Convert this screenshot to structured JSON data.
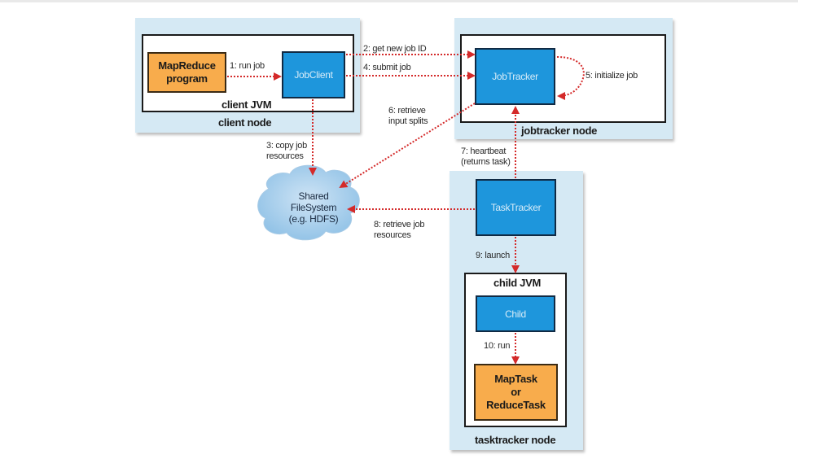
{
  "diagram": {
    "nodes": {
      "client_node": {
        "label": "client node",
        "jvm_label": "client JVM"
      },
      "jobtracker_node": {
        "label": "jobtracker node"
      },
      "tasktracker_node": {
        "label": "tasktracker node",
        "jvm_label": "child JVM"
      }
    },
    "components": {
      "mapreduce_program": "MapReduce\nprogram",
      "jobclient": "JobClient",
      "jobtracker": "JobTracker",
      "tasktracker": "TaskTracker",
      "child": "Child",
      "maptask": "MapTask\nor\nReduceTask",
      "shared_fs": "Shared\nFileSystem\n(e.g. HDFS)"
    },
    "edges": [
      {
        "id": "run-job",
        "label": "1: run job",
        "from": "MapReduce program",
        "to": "JobClient"
      },
      {
        "id": "get-new-job-id",
        "label": "2: get new job ID",
        "from": "JobClient",
        "to": "JobTracker"
      },
      {
        "id": "copy-job-resources",
        "label": "3: copy job\nresources",
        "from": "JobClient",
        "to": "Shared FileSystem"
      },
      {
        "id": "submit-job",
        "label": "4: submit job",
        "from": "JobClient",
        "to": "JobTracker"
      },
      {
        "id": "initialize-job",
        "label": "5: initialize job",
        "from": "JobTracker",
        "to": "JobTracker"
      },
      {
        "id": "retrieve-input-splits",
        "label": "6: retrieve\ninput splits",
        "from": "JobTracker",
        "to": "Shared FileSystem"
      },
      {
        "id": "heartbeat",
        "label": "7: heartbeat\n(returns task)",
        "from": "TaskTracker",
        "to": "JobTracker"
      },
      {
        "id": "retrieve-job-resources",
        "label": "8: retrieve job\nresources",
        "from": "TaskTracker",
        "to": "Shared FileSystem"
      },
      {
        "id": "launch",
        "label": "9: launch",
        "from": "TaskTracker",
        "to": "Child"
      },
      {
        "id": "run",
        "label": "10: run",
        "from": "Child",
        "to": "MapTask or ReduceTask"
      }
    ],
    "colors": {
      "node_bg": "#d5e9f4",
      "component_blue": "#1e96dc",
      "component_orange": "#f8ac4c",
      "arrow": "#d42a2a"
    }
  }
}
